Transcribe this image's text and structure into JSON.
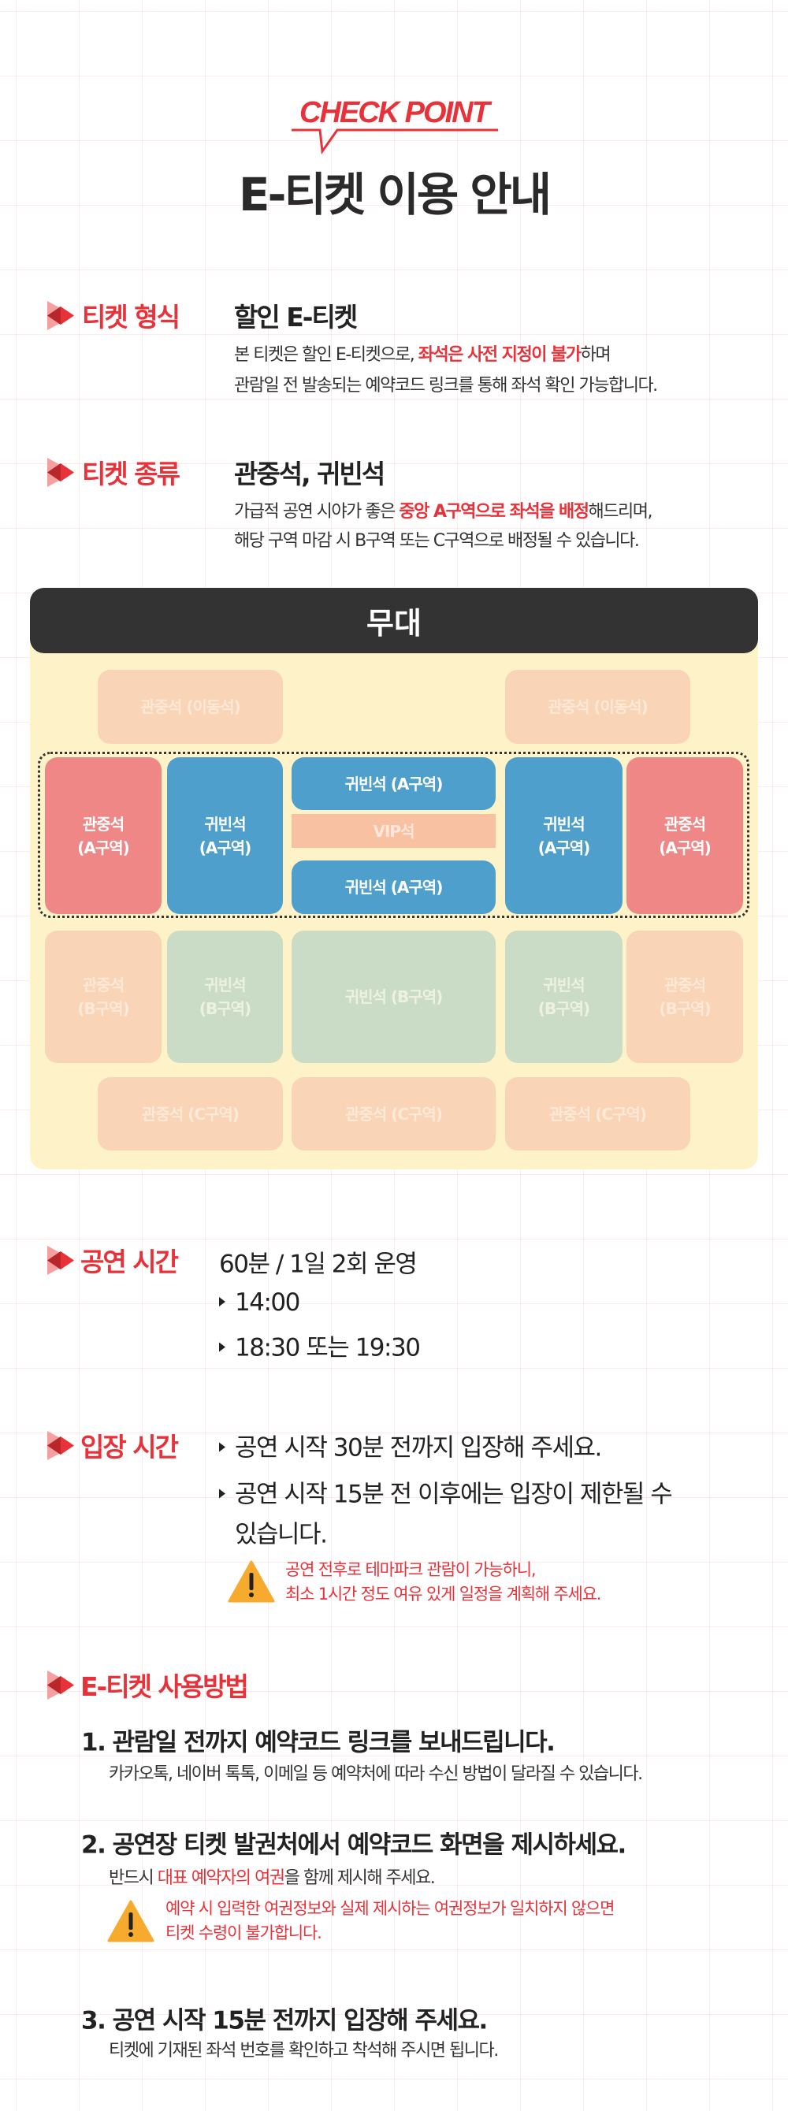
{
  "header": {
    "checkpoint": "CHECK POINT",
    "title": "E-티켓 이용 안내"
  },
  "ticket_format": {
    "label": "티켓 형식",
    "value": "할인 E-티켓",
    "desc1_pre": "본 티켓은 할인 E-티켓으로, ",
    "desc1_em": "좌석은 사전 지정이 불가",
    "desc1_post": "하며",
    "desc2": "관람일 전 발송되는 예약코드 링크를 통해 좌석 확인 가능합니다."
  },
  "ticket_type": {
    "label": "티켓 종류",
    "value": "관중석, 귀빈석",
    "desc1_pre": "가급적 공연 시야가 좋은 ",
    "desc1_em": "중앙 A구역으로 좌석을 배정",
    "desc1_post": "해드리며,",
    "desc2": "해당 구역 마감 시 B구역 또는 C구역으로 배정될 수 있습니다."
  },
  "seat_map": {
    "stage": "무대",
    "moving_left": "관중석 (이동석)",
    "moving_right": "관중석 (이동석)",
    "a_left_general": "관중석\n(A구역)",
    "a_left_vip": "귀빈석\n(A구역)",
    "a_center_top": "귀빈석 (A구역)",
    "vip": "VIP석",
    "a_center_bottom": "귀빈석 (A구역)",
    "a_right_vip": "귀빈석\n(A구역)",
    "a_right_general": "관중석\n(A구역)",
    "b_left_general": "관중석\n(B구역)",
    "b_left_vip": "귀빈석\n(B구역)",
    "b_center": "귀빈석 (B구역)",
    "b_right_vip": "귀빈석\n(B구역)",
    "b_right_general": "관중석\n(B구역)",
    "c_left": "관중석 (C구역)",
    "c_center": "관중석 (C구역)",
    "c_right": "관중석 (C구역)"
  },
  "show_time": {
    "label": "공연 시간",
    "value": "60분 / 1일 2회 운영",
    "times": [
      "14:00",
      "18:30 또는 19:30"
    ]
  },
  "entry_time": {
    "label": "입장 시간",
    "line1": "공연 시작 30분 전까지 입장해 주세요.",
    "line2": "공연 시작 15분 전 이후에는 입장이 제한될 수",
    "line2b": "있습니다.",
    "warning1": "공연 전후로 테마파크 관람이 가능하니,",
    "warning2": "최소 1시간 정도 여유 있게 일정을 계획해 주세요."
  },
  "usage": {
    "label": "E-티켓 사용방법",
    "step1": "1. 관람일 전까지 예약코드 링크를 보내드립니다.",
    "step1_sub": "카카오톡, 네이버 톡톡, 이메일 등 예약처에 따라 수신 방법이 달라질 수 있습니다.",
    "step2": "2. 공연장 티켓 발권처에서 예약코드 화면을 제시하세요.",
    "step2_sub_pre": "반드시 ",
    "step2_sub_em": "대표 예약자의 여권",
    "step2_sub_post": "을 함께 제시해 주세요.",
    "step2_warning1": "예약 시 입력한 여권정보와 실제 제시하는 여권정보가 일치하지 않으면",
    "step2_warning2": "티켓 수령이 불가합니다.",
    "step3": "3. 공연 시작 15분 전까지 입장해 주세요.",
    "step3_sub": "티켓에 기재된 좌석 번호를 확인하고 착석해 주시면 됩니다."
  },
  "colors": {
    "accent": "#e8323a",
    "stage": "#333333",
    "map_bg": "#fef2c8",
    "seat_a_general": "#f08787",
    "seat_a_vip": "#4f9fcd",
    "seat_peach": "#f9d4b6",
    "seat_green": "#cbdcc6",
    "warning": "#f6ab2f"
  }
}
